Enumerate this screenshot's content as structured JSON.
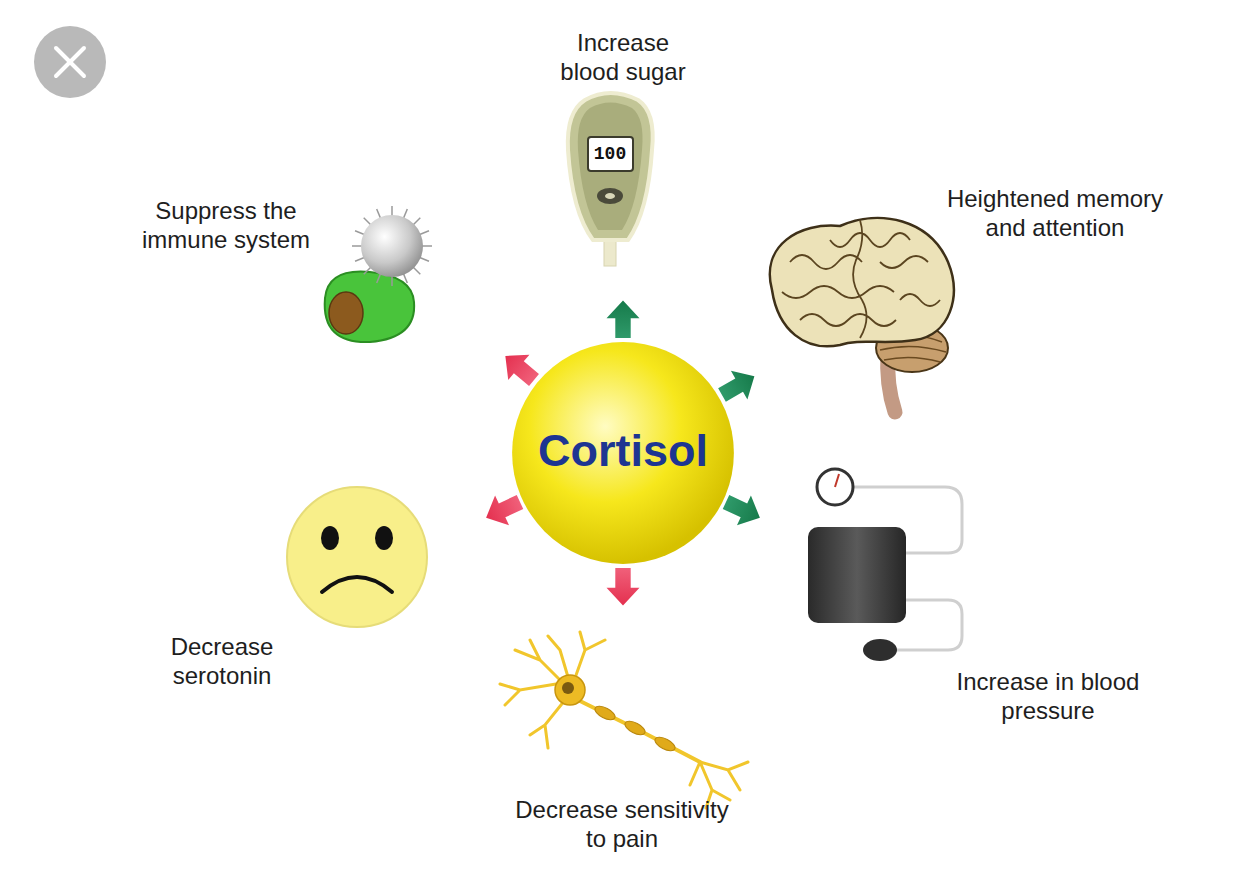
{
  "diagram": {
    "nodes": [
      {
        "text": [
          "Cortisol"
        ]
      }
    ],
    "labels": [
      "Increase blood sugar",
      "100",
      "Suppress the immune system",
      "Heightened memory and attention",
      "Decrease serotonin",
      "Increase in blood pressure",
      "Decrease sensitivity to pain"
    ]
  }
}
